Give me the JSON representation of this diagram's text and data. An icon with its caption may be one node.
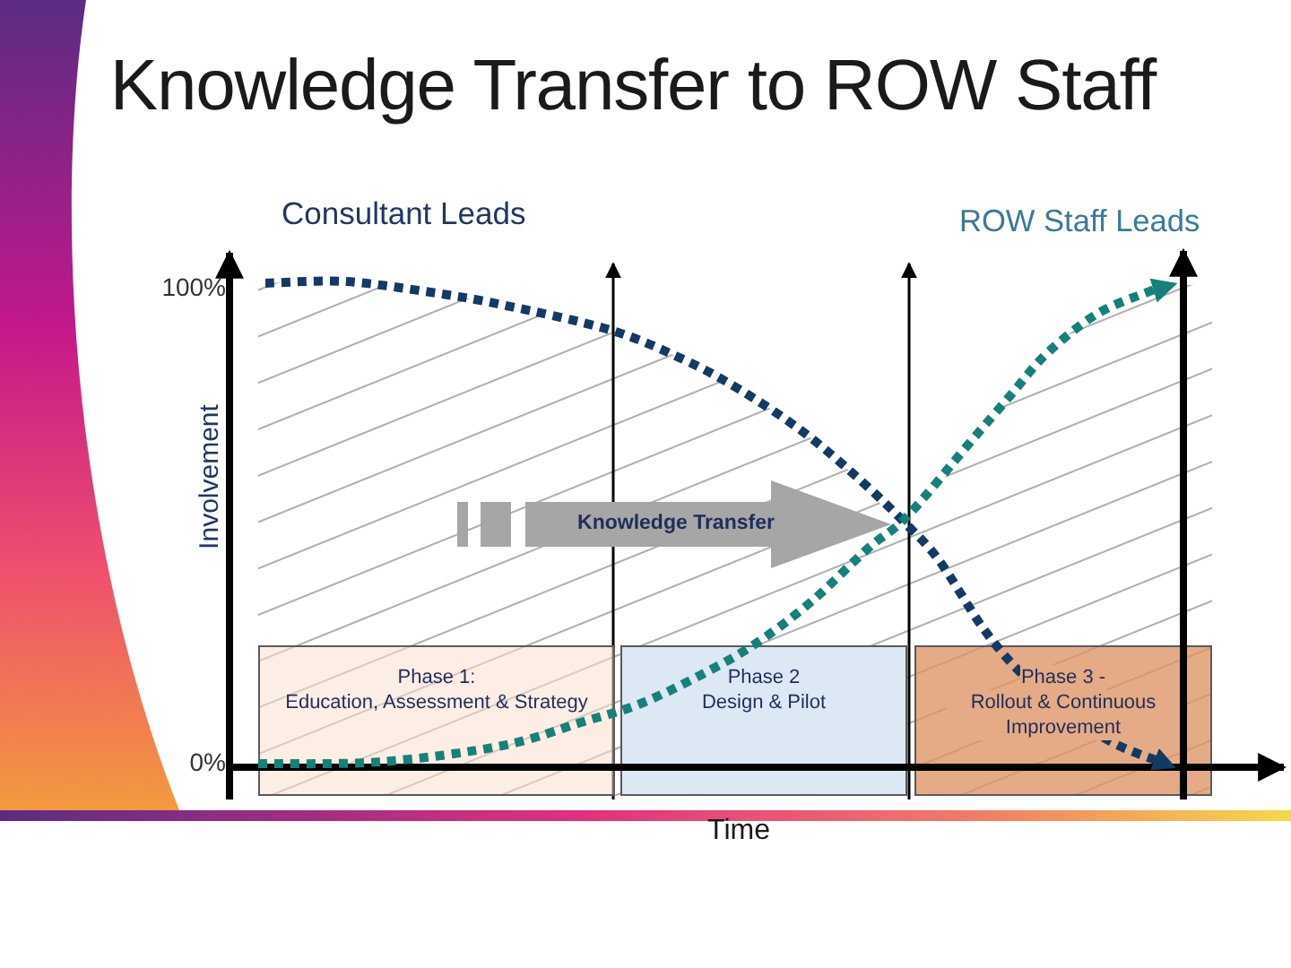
{
  "diagram": {
    "title": "Knowledge Transfer to ROW Staff",
    "nodes": [
      {
        "text": [
          "Knowledge Transfer"
        ]
      },
      {
        "text": [
          "Phase 1:",
          "Education, Assessment & Strategy"
        ]
      },
      {
        "text": [
          "Phase 2",
          "Design & Pilot"
        ]
      },
      {
        "text": [
          "Phase 3 -",
          "Rollout & Continuous Improvement"
        ]
      }
    ],
    "labels": [
      "Consultant Leads",
      "ROW Staff Leads",
      "100%",
      "Involvement",
      "0%",
      "Time"
    ]
  }
}
